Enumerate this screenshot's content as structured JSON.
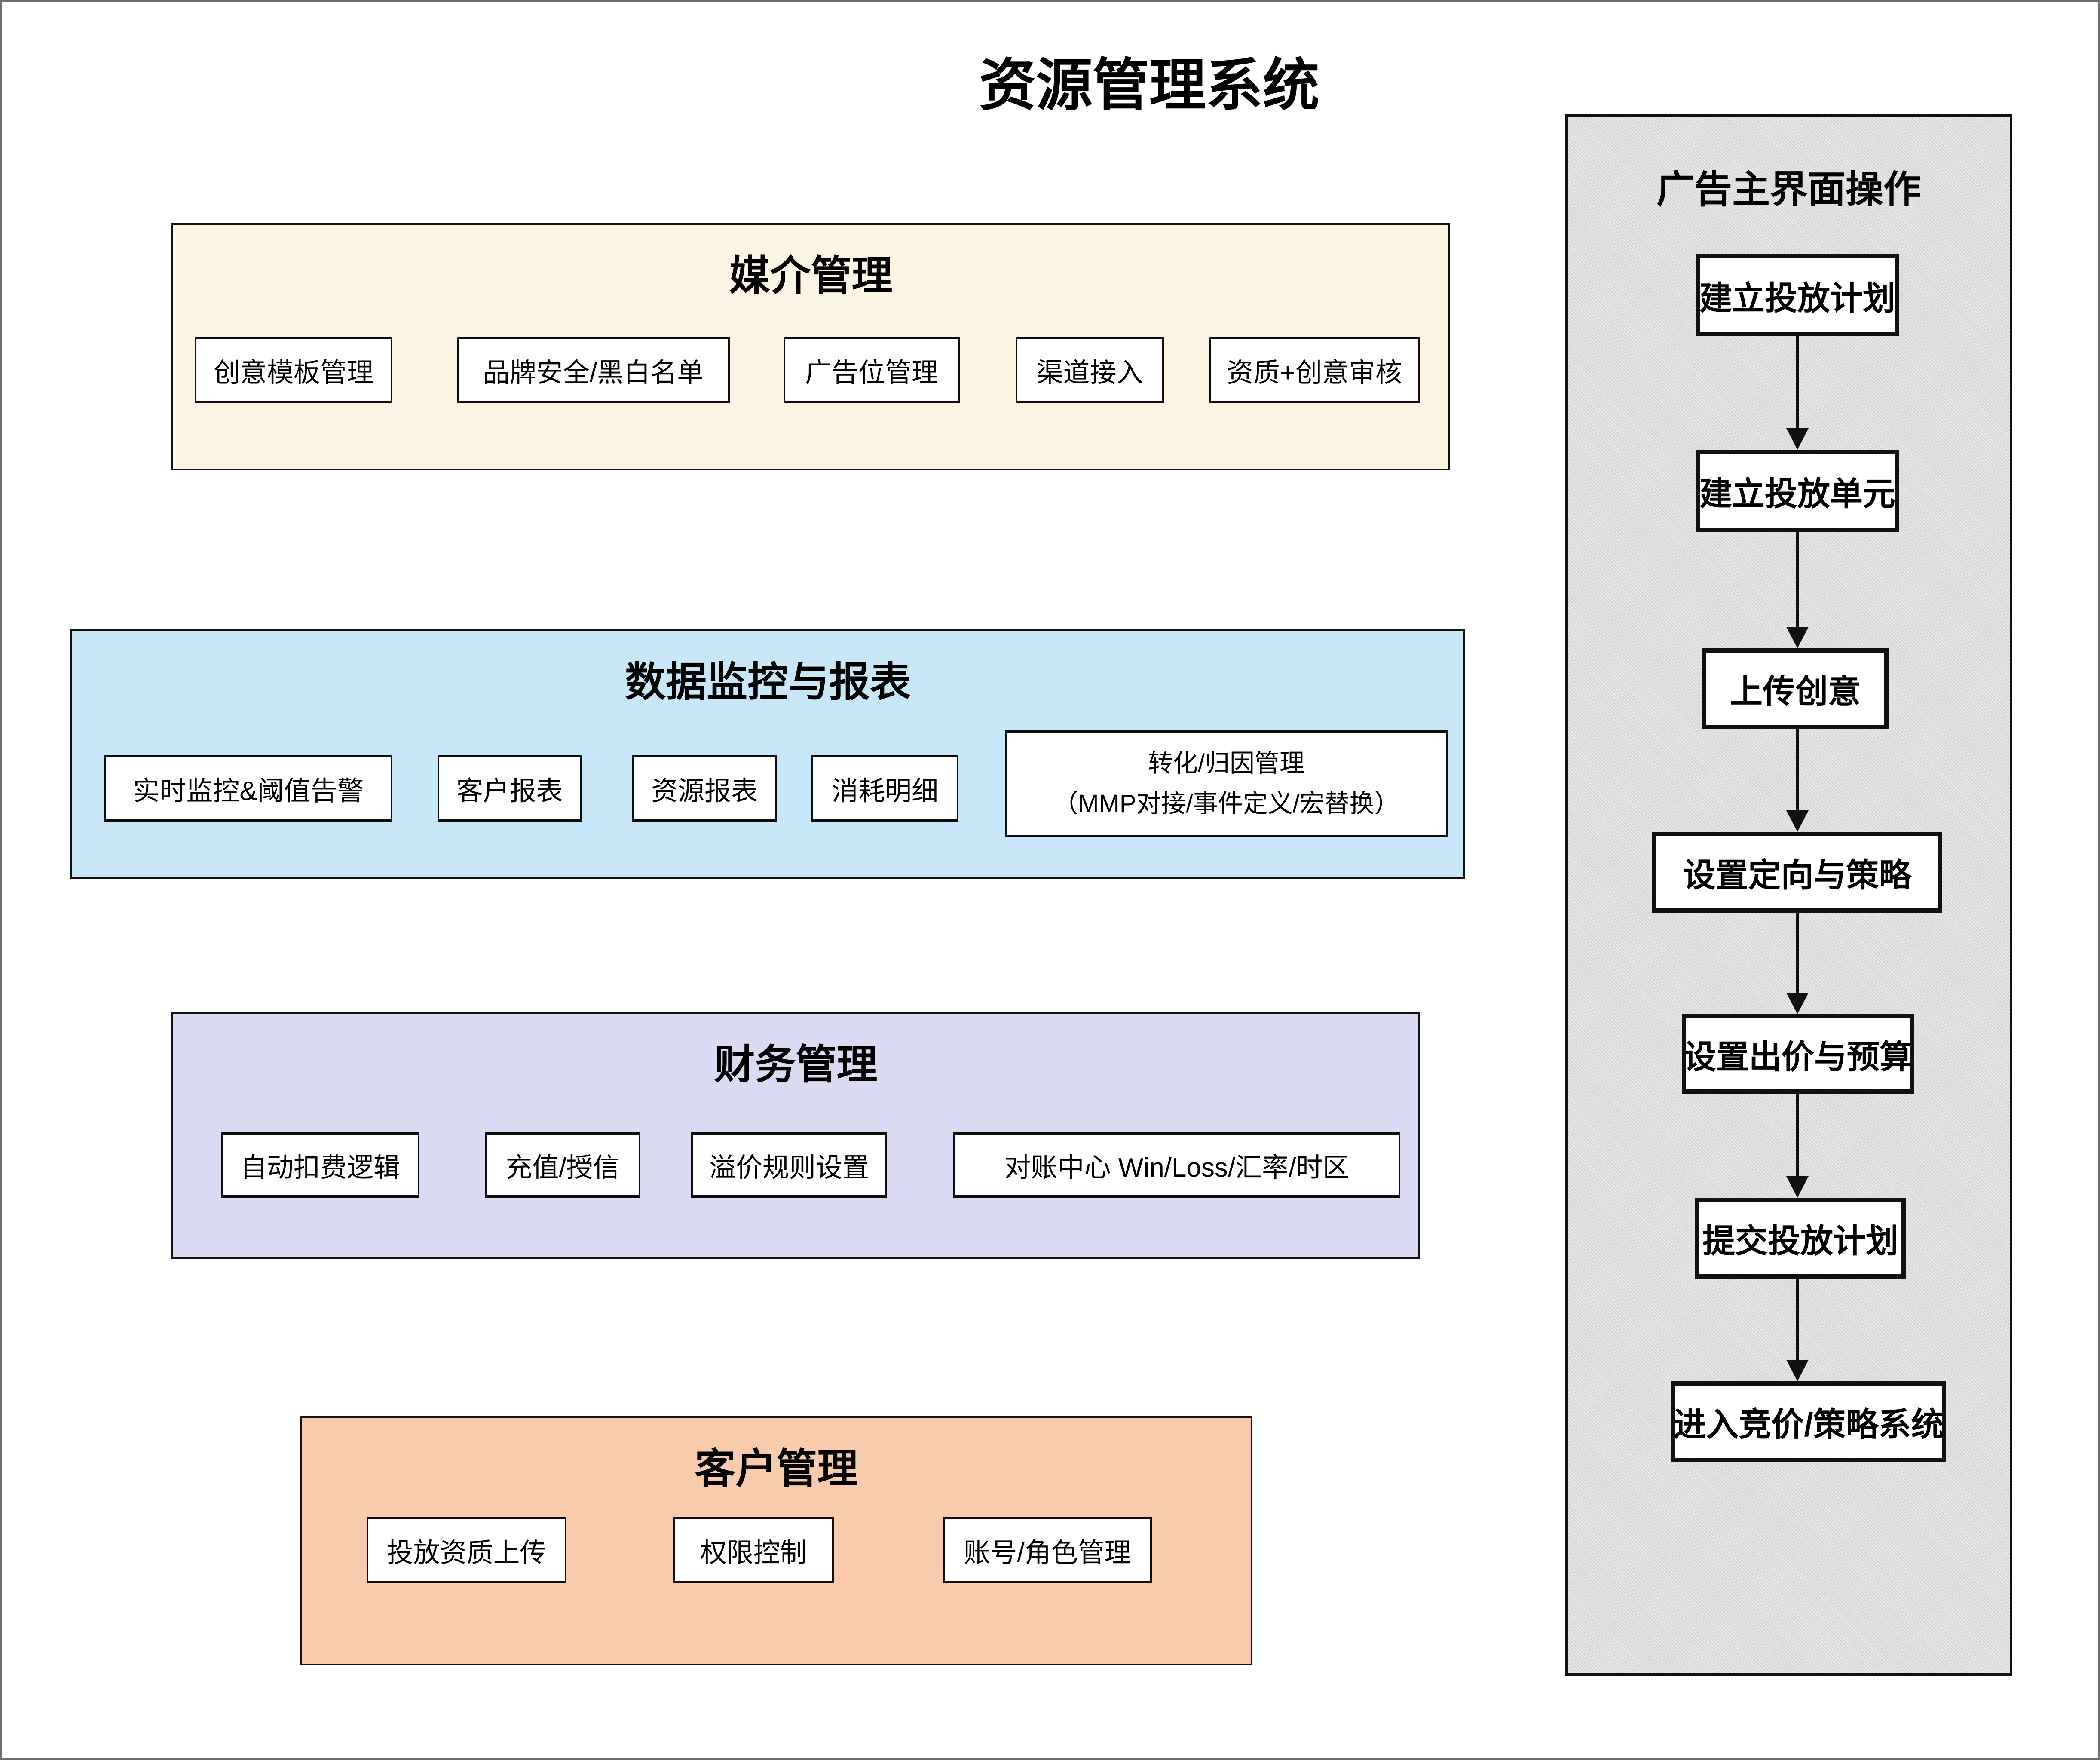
{
  "page": {
    "title": "资源管理系统"
  },
  "sections": [
    {
      "title": "媒介管理",
      "bg": "#FBF4E2",
      "items": [
        "创意模板管理",
        "品牌安全/黑白名单",
        "广告位管理",
        "渠道接入",
        "资质+创意审核"
      ]
    },
    {
      "title": "数据监控与报表",
      "bg": "#C7E7F9",
      "items": [
        "实时监控&阈值告警",
        "客户报表",
        "资源报表",
        "消耗明细"
      ],
      "wide_item": {
        "line1": "转化/归因管理",
        "line2": "（MMP对接/事件定义/宏替换）"
      }
    },
    {
      "title": "财务管理",
      "bg": "#DADBF2",
      "items": [
        "自动扣费逻辑",
        "充值/授信",
        "溢价规则设置",
        "对账中心 Win/Loss/汇率/时区"
      ]
    },
    {
      "title": "客户管理",
      "bg": "#F8CBAC",
      "items": [
        "投放资质上传",
        "权限控制",
        "账号/角色管理"
      ]
    }
  ],
  "flow_panel": {
    "title": "广告主界面操作",
    "bg": "#DCDCDC",
    "steps": [
      "建立投放计划",
      "建立投放单元",
      "上传创意",
      "设置定向与策略",
      "设置出价与预算",
      "提交投放计划",
      "进入竞价/策略系统"
    ]
  },
  "colors": {
    "node_bg": "#FFFFFF",
    "border": "#111111",
    "outer_frame": "#6E6E6E",
    "text": "#000000"
  }
}
